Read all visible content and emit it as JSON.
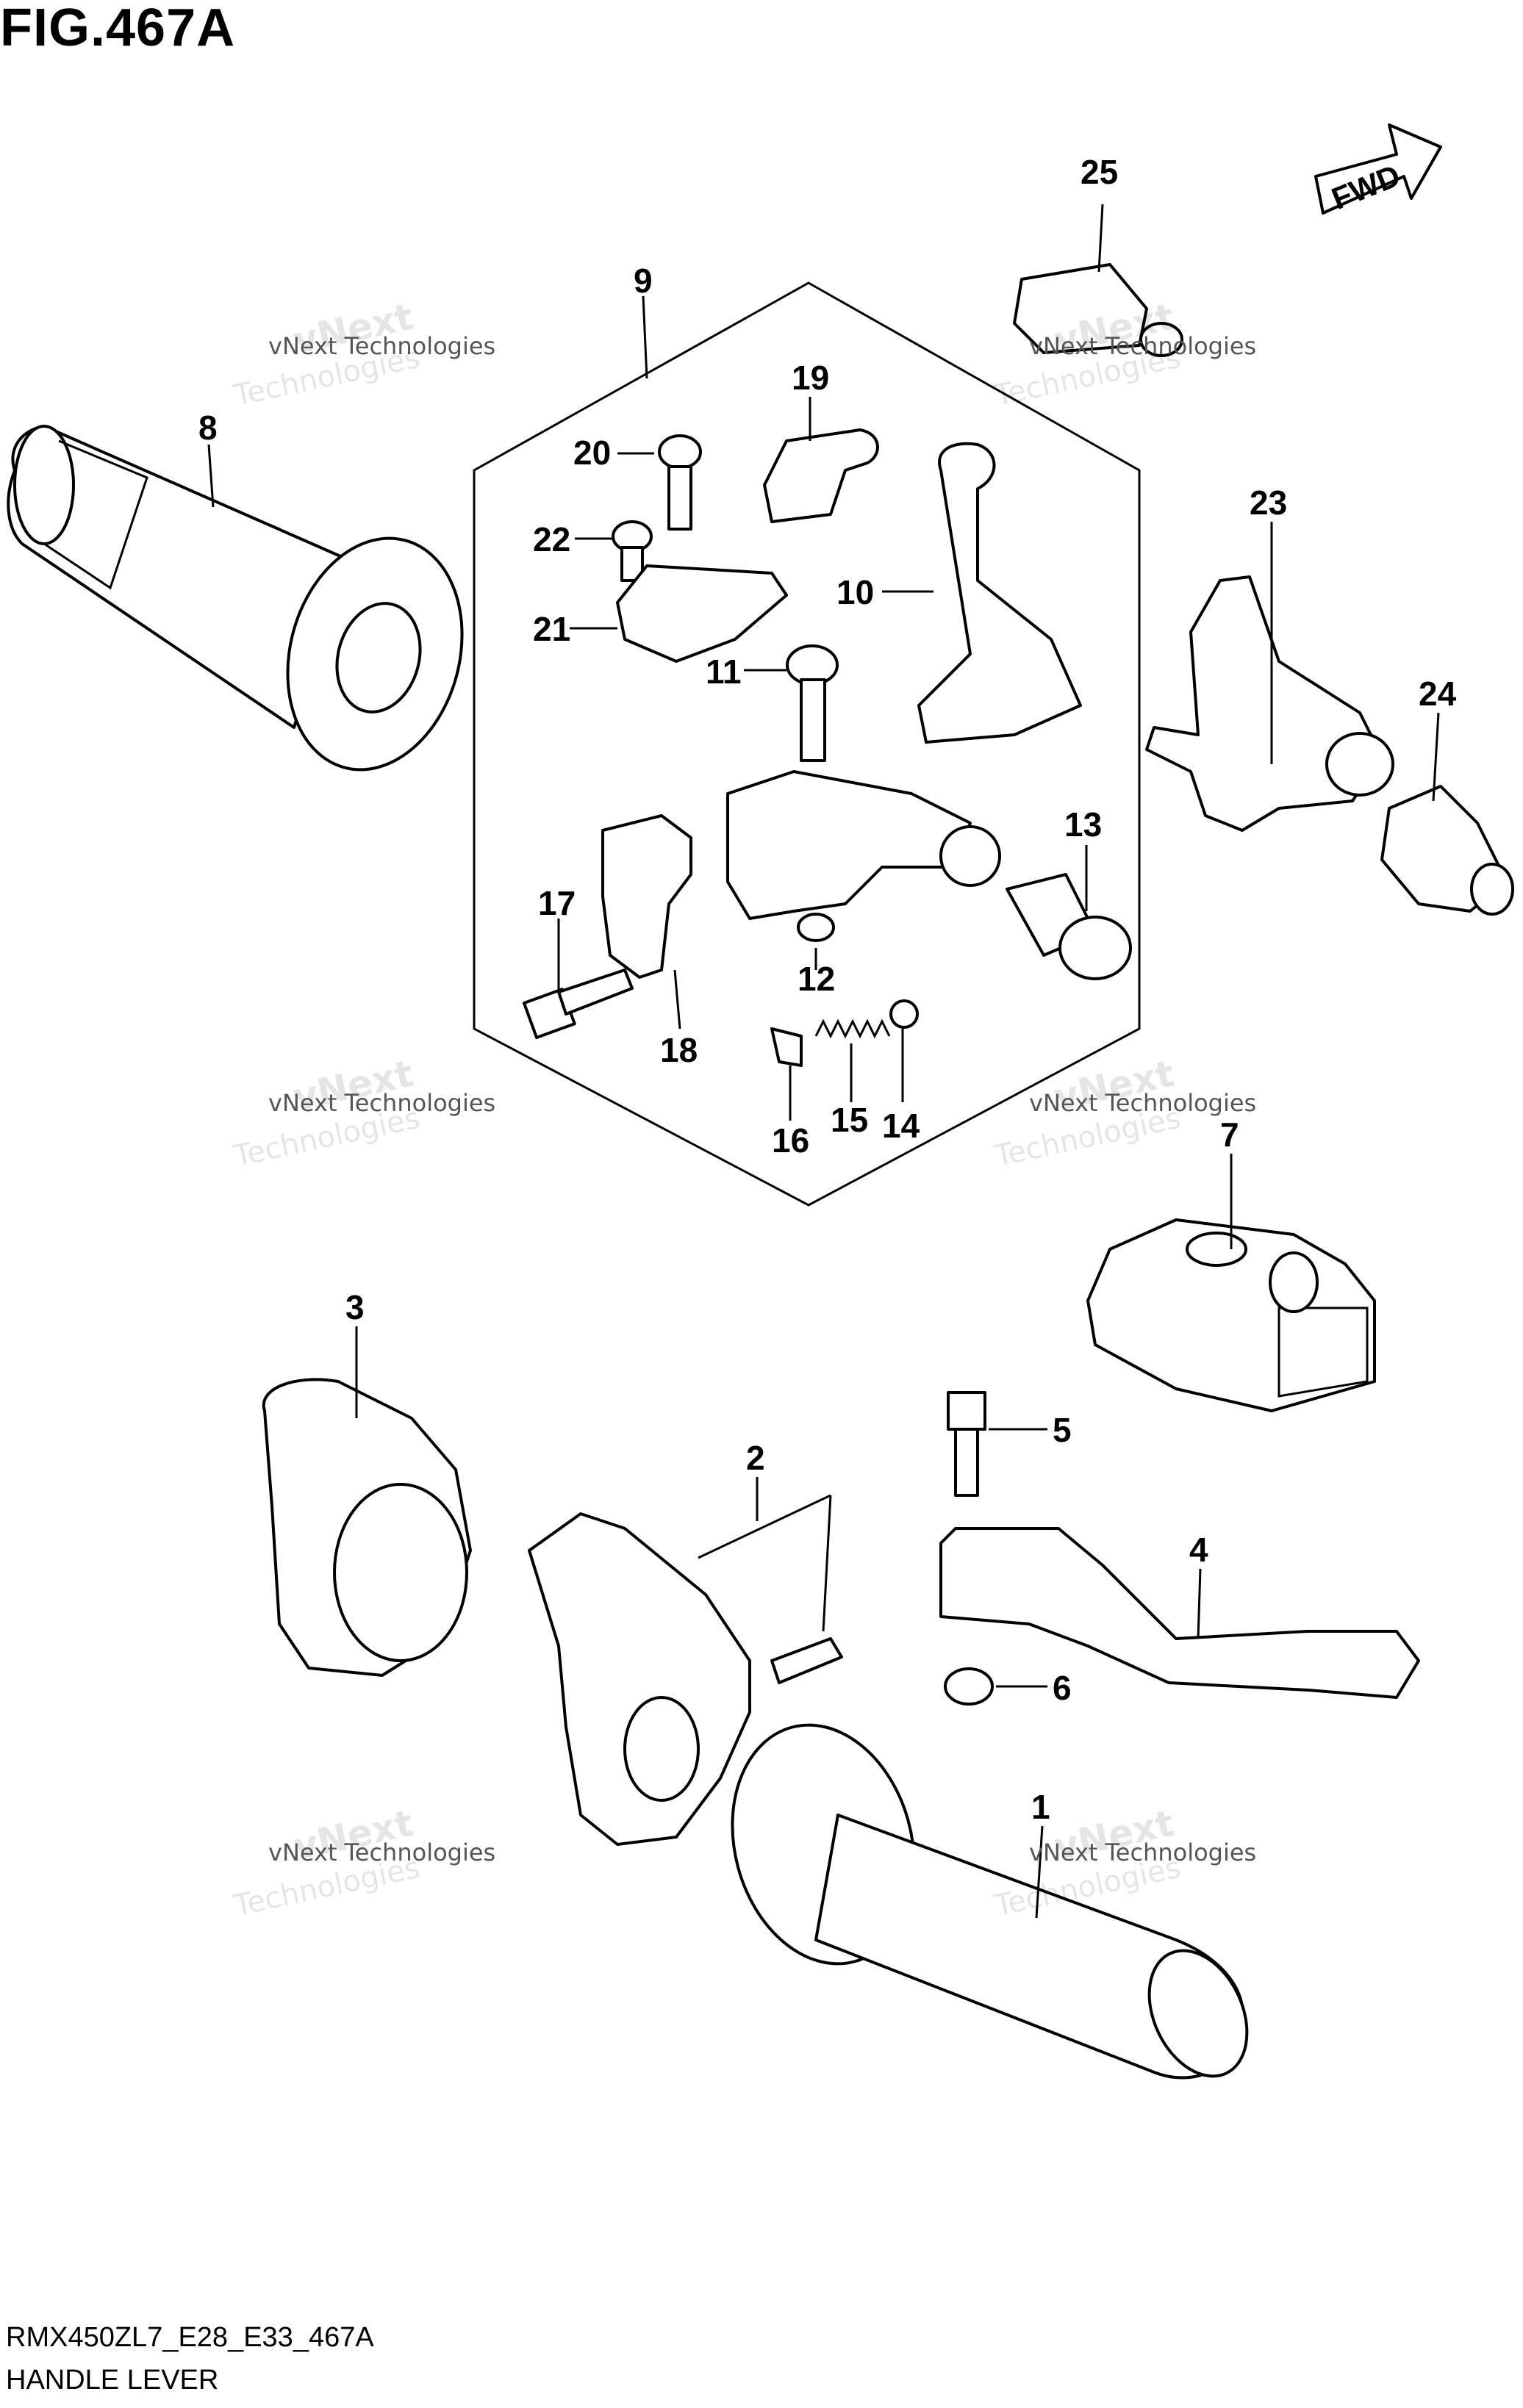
{
  "figure": {
    "title": "FIG.467A",
    "code": "RMX450ZL7_E28_E33_467A",
    "name": "HANDLE LEVER"
  },
  "direction_badge": "FWD",
  "watermark": {
    "line1": "vNext Technologies",
    "big1": "vNext",
    "big2": "Technologies"
  },
  "callouts": [
    "1",
    "2",
    "3",
    "4",
    "5",
    "6",
    "7",
    "8",
    "9",
    "10",
    "11",
    "12",
    "13",
    "14",
    "15",
    "16",
    "17",
    "18",
    "19",
    "20",
    "21",
    "22",
    "23",
    "24",
    "25"
  ]
}
